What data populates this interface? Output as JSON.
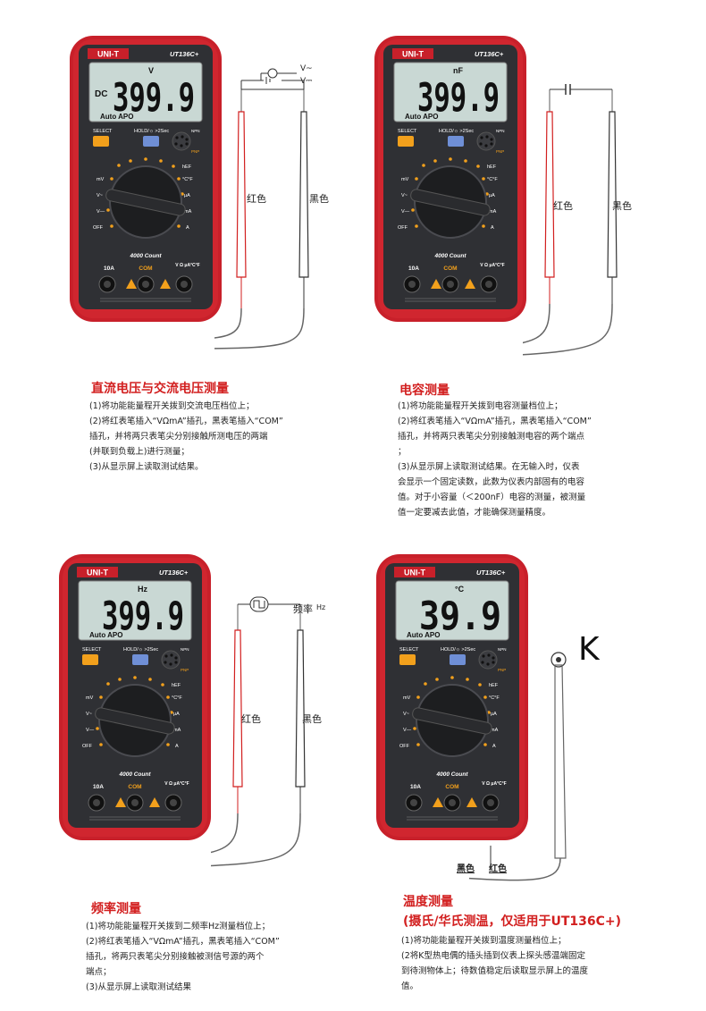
{
  "meter": {
    "brand": "UNI-T",
    "model": "UT136C+",
    "count": "4000 Count",
    "select": "SELECT",
    "hold": "HOLD/☼ >2Sec",
    "npn": "NPN",
    "pnp": "PNP",
    "hfe": "hEF",
    "jack_10a": "10A",
    "jack_com": "COM",
    "jack_v": "V Ω μA°C°F",
    "dial_left": [
      "mV",
      "V~",
      "V—",
      "OFF"
    ],
    "dial_right": [
      "°C°F",
      "μA",
      "mA",
      "A"
    ],
    "auto_apo": "Auto APO"
  },
  "panels": [
    {
      "display": "399.9",
      "mode": "DC",
      "unit": "V",
      "source_labels": [
        "V~",
        "V⎓"
      ],
      "red_label": "红色",
      "black_label": "黑色",
      "title": "直流电压与交流电压测量",
      "steps": [
        "(1)将功能能量程开关拨到交流电压档位上；",
        "(2)将红表笔插入“VΩmA”插孔，黑表笔插入“COM”",
        "插孔，并将两只表笔尖分别接触所测电压的两端",
        "(并联到负载上)进行测量；",
        "(3)从显示屏上读取测试结果。"
      ]
    },
    {
      "display": "399.9",
      "mode": "",
      "unit": "nF",
      "red_label": "红色",
      "black_label": "黑色",
      "title": "电容测量",
      "steps": [
        "(1)将功能能量程开关拨到电容测量档位上；",
        "(2)将红表笔插入“VΩmA”插孔，黑表笔插入“COM”",
        "插孔，并将两只表笔尖分别接触测电容的两个端点",
        "；",
        "(3)从显示屏上读取测试结果。在无输入时，仪表",
        "会显示一个固定读数，此数为仪表内部固有的电容",
        "值。对于小容量（＜200nF）电容的测量，被测量",
        "值一定要减去此值，才能确保测量精度。"
      ]
    },
    {
      "display": "399.9",
      "mode": "",
      "unit": "Hz",
      "freq_label": "频率",
      "freq_unit": "Hz",
      "red_label": "红色",
      "black_label": "黑色",
      "title": "频率测量",
      "steps": [
        "(1)将功能能量程开关拨到二频率Hz测量档位上；",
        "(2)将红表笔插入“VΩmA”插孔，黑表笔插入“COM”",
        "插孔，将两只表笔尖分别接触被测信号源的两个",
        "端点；",
        "(3)从显示屏上读取测试结果"
      ]
    },
    {
      "display": "39.9",
      "mode": "",
      "unit": "°C",
      "k_label": "K",
      "black_label": "黑色",
      "red_label": "红色",
      "title": "温度测量",
      "subtitle": "(摄氏/华氏测温，仅适用于UT136C+)",
      "steps": [
        "(1)将功能能量程开关拨到温度测量档位上；",
        "(2将K型热电偶的插头插到仪表上探头感温端固定",
        "到待测物体上；待数值稳定后读取显示屏上的温度",
        "值。"
      ]
    }
  ]
}
